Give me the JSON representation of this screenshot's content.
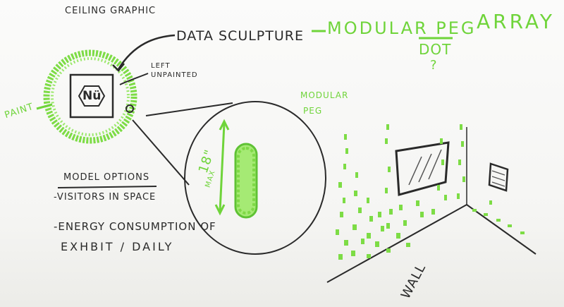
{
  "labels": {
    "ceiling_graphic": "CEILING GRAPHIC",
    "data_sculpture": "DATA SCULPTURE",
    "modular_peg": "MODULAR PEG",
    "array": "ARRAY",
    "dot": "DOT",
    "question": "?",
    "left_unpainted_line1": "LEFT",
    "left_unpainted_line2": "UNPAINTED",
    "paint": "PAINT",
    "logo_text": "Nü",
    "modular_peg_side_line1": "MODULAR",
    "modular_peg_side_line2": "PEG",
    "dimension": "18\"",
    "dimension_max": "MAX",
    "model_options": "MODEL OPTIONS",
    "visitors": "-VISITORS IN SPACE",
    "energy_line1": "-ENERGY CONSUMPTION OF",
    "energy_line2": "EXHBIT / DAILY",
    "wall": "WALL"
  },
  "colors": {
    "marker_black": "#2a2a2a",
    "marker_green": "#6fd43a",
    "board": "#f7f7f5"
  }
}
